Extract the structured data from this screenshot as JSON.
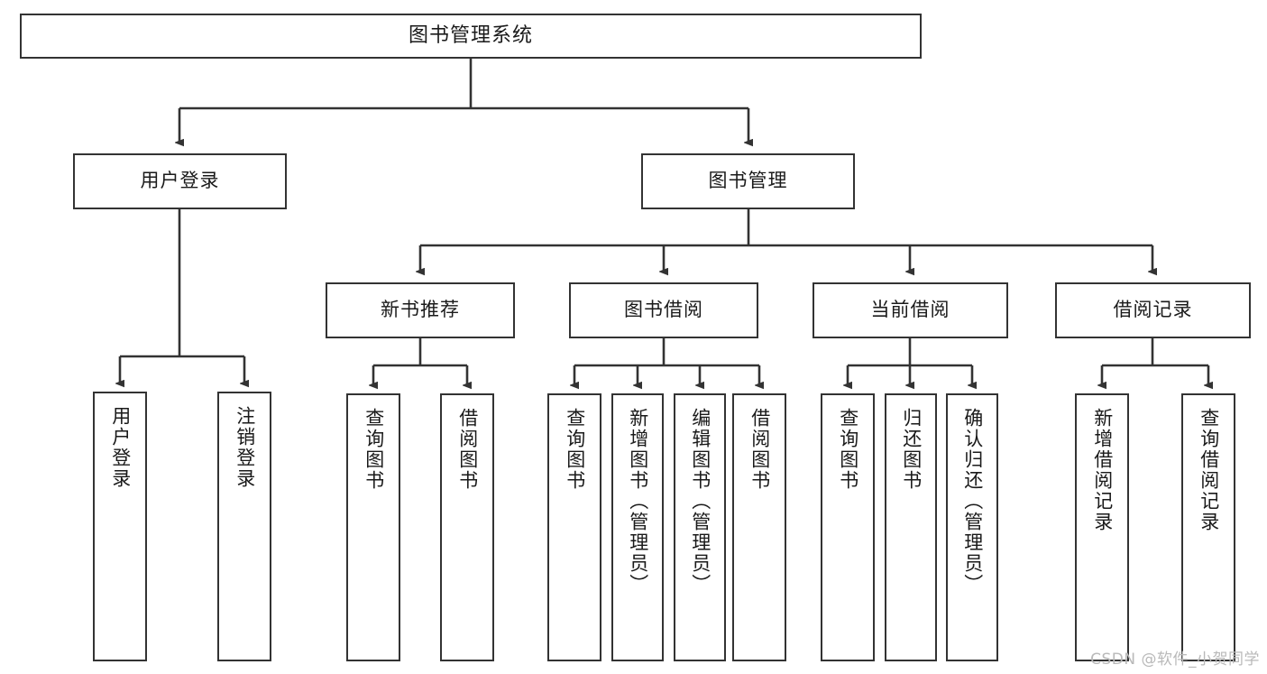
{
  "diagram": {
    "title": "图书管理系统",
    "watermark": "CSDN @软件_小贺同学",
    "line_color": "#333333",
    "box_fill": "#ffffff",
    "text_color": "#1a1a1a",
    "root": {
      "label": "图书管理系统"
    },
    "level2": [
      {
        "label": "用户登录"
      },
      {
        "label": "图书管理"
      }
    ],
    "level3": [
      {
        "label": "新书推荐"
      },
      {
        "label": "图书借阅"
      },
      {
        "label": "当前借阅"
      },
      {
        "label": "借阅记录"
      }
    ],
    "leaves": {
      "user_login": [
        {
          "label": "用户登录"
        },
        {
          "label": "注销登录"
        }
      ],
      "new_book_recommend": [
        {
          "label": "查询图书"
        },
        {
          "label": "借阅图书"
        }
      ],
      "book_borrow": [
        {
          "label": "查询图书"
        },
        {
          "label": "新增图书（管理员）"
        },
        {
          "label": "编辑图书（管理员）"
        },
        {
          "label": "借阅图书"
        }
      ],
      "current_borrow": [
        {
          "label": "查询图书"
        },
        {
          "label": "归还图书"
        },
        {
          "label": "确认归还（管理员）"
        }
      ],
      "borrow_record": [
        {
          "label": "新增借阅记录"
        },
        {
          "label": "查询借阅记录"
        }
      ]
    }
  }
}
